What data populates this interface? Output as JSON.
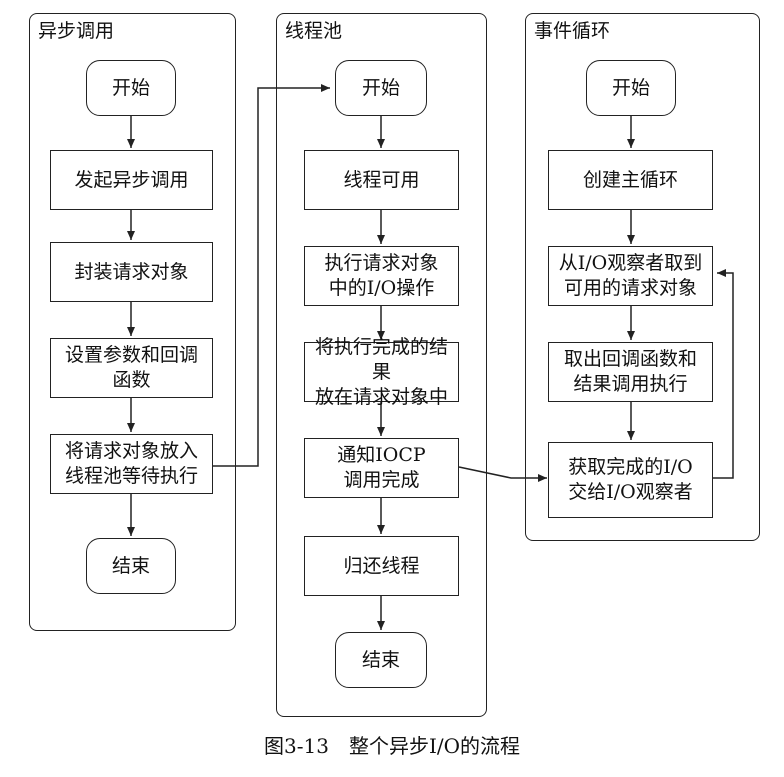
{
  "lanes": {
    "async_call": {
      "title": "异步调用",
      "start": "开始",
      "steps": [
        "发起异步调用",
        "封装请求对象",
        "设置参数和回调\n函数",
        "将请求对象放入\n线程池等待执行"
      ],
      "end": "结束"
    },
    "thread_pool": {
      "title": "线程池",
      "start": "开始",
      "steps": [
        "线程可用",
        "执行请求对象\n中的I/O操作",
        "将执行完成的结果\n放在请求对象中",
        "通知IOCP\n调用完成",
        "归还线程"
      ],
      "end": "结束"
    },
    "event_loop": {
      "title": "事件循环",
      "start": "开始",
      "steps": [
        "创建主循环",
        "从I/O观察者取到\n可用的请求对象",
        "取出回调函数和\n结果调用执行",
        "获取完成的I/O\n交给I/O观察者"
      ]
    }
  },
  "caption": "图3-13　整个异步I/O的流程",
  "colors": {
    "line": "#222222",
    "background": "#ffffff",
    "text": "#111111"
  }
}
